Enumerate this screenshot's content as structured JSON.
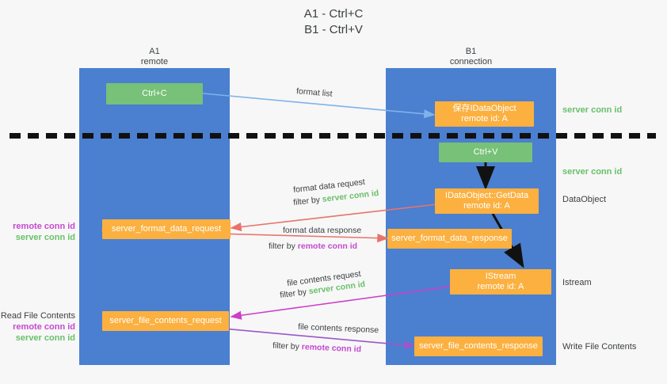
{
  "title": "A1 - Ctrl+C\nB1 - Ctrl+V",
  "lanes": [
    {
      "name": "a1",
      "title": "A1\nremote"
    },
    {
      "name": "b1",
      "title": "B1\nconnection"
    }
  ],
  "nodes": {
    "ctrl_c": "Ctrl+C",
    "save_idataobject": "保存IDataObject\nremote id: A",
    "ctrl_v": "Ctrl+V",
    "idataobject_getdata": "IDataObject::GetData\nremote id: A",
    "server_format_data_request": "server_format_data_request",
    "server_format_data_response": "server_format_data_response",
    "istream": "IStream\nremote id: A",
    "server_file_contents_request": "server_file_contents_request",
    "server_file_contents_response": "server_file_contents_response"
  },
  "edges": {
    "format_list": "format list",
    "format_data_request": "format data request",
    "format_data_request_filter_prefix": "filter by ",
    "format_data_request_filter_value": "server conn id",
    "format_data_response": "format data response",
    "format_data_response_filter_prefix": "filter by ",
    "format_data_response_filter_value": "remote conn id",
    "file_contents_request": "file contents request",
    "file_contents_request_filter_prefix": "filter by ",
    "file_contents_request_filter_value": "server conn id",
    "file_contents_response": "file contents response",
    "file_contents_response_filter_prefix": "filter by ",
    "file_contents_response_filter_value": "remote conn id"
  },
  "annotations": {
    "server_conn_id_top": "server conn id",
    "server_conn_id_mid": "server conn id",
    "data_object": "DataObject",
    "istream": "Istream",
    "write_file_contents": "Write File Contents",
    "read_file_contents": "Read File Contents",
    "remote_conn_id": "remote conn id",
    "server_conn_id": "server conn id"
  },
  "colors": {
    "lane": "#4b7fd0",
    "node_orange": "#fbb040",
    "node_green": "#77c178",
    "green_text": "#69c06a",
    "magenta_text": "#c44ad0",
    "arrow_blue": "#7fb3e8",
    "arrow_red": "#e8736a",
    "arrow_magenta": "#cc3fc8",
    "arrow_purple": "#9b57c9",
    "arrow_dark": "#000000",
    "background": "#f7f7f7"
  }
}
